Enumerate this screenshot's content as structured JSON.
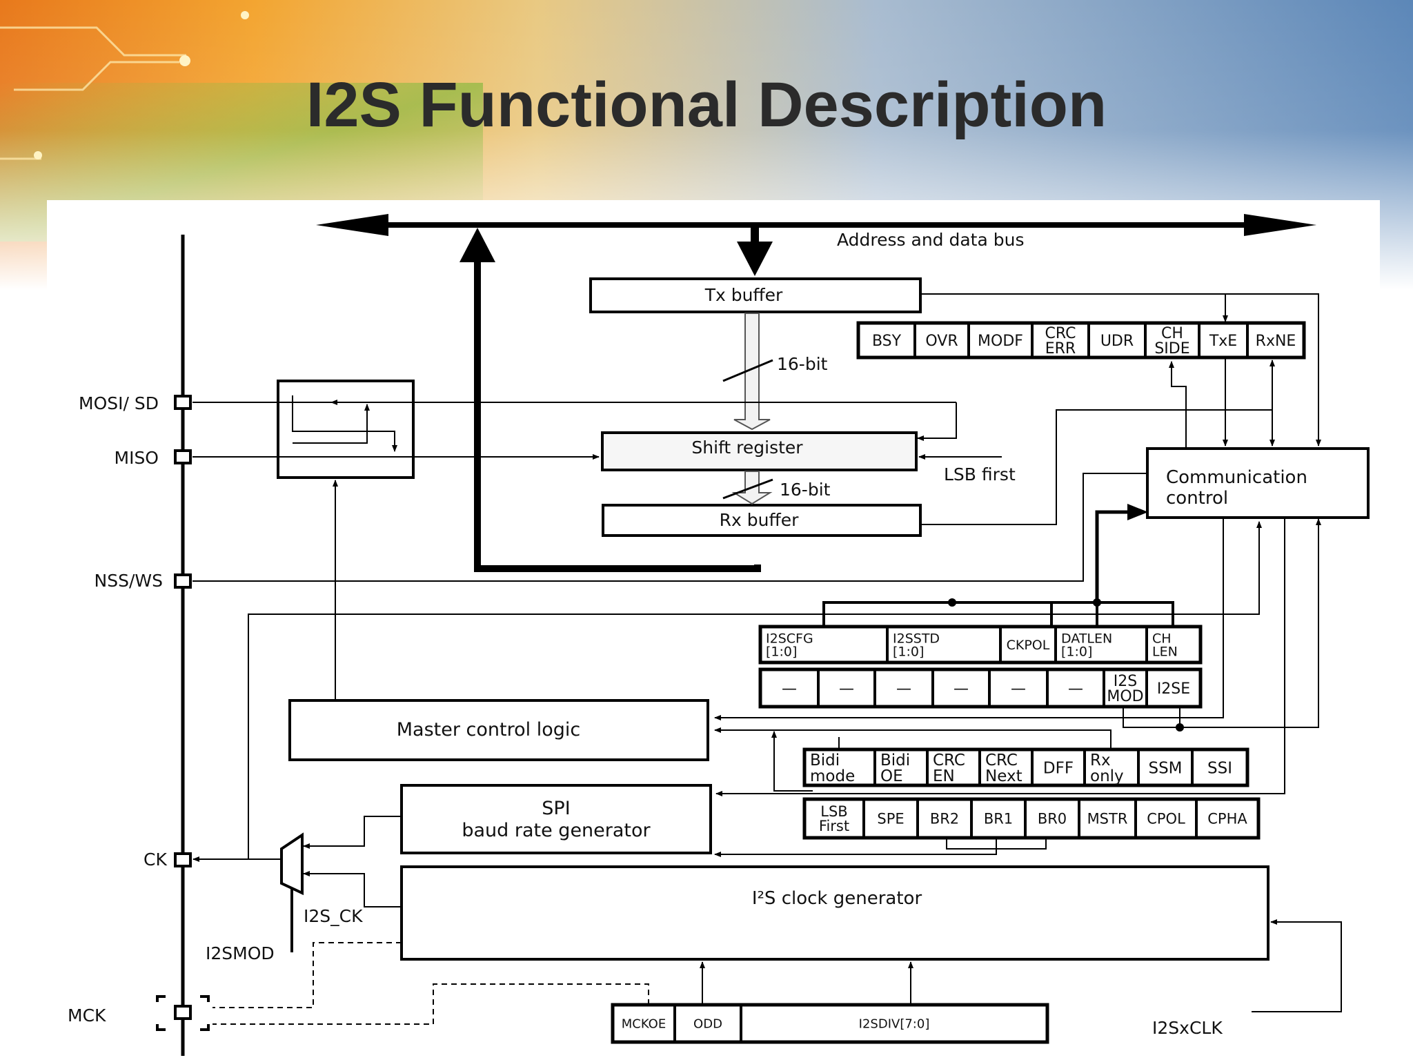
{
  "slide": {
    "title": "I2S Functional Description"
  },
  "diagram": {
    "bus_label": "Address and data bus",
    "tx_buffer": "Tx buffer",
    "shift_register": "Shift register",
    "rx_buffer": "Rx buffer",
    "bit16_top": "16-bit",
    "bit16_bottom": "16-bit",
    "lsb_first": "LSB first",
    "communication_control": [
      "Communication",
      "control"
    ],
    "master_control_logic": "Master control logic",
    "spi_baud": [
      "SPI",
      "baud rate generator"
    ],
    "i2s_clock_generator": "I²S clock generator",
    "i2s_ck": "I2S_CK",
    "i2smod": "I2SMOD",
    "i2sxclk": "I2SxCLK",
    "pins": {
      "mosi": "MOSI/ SD",
      "miso": "MISO",
      "nss": "NSS/WS",
      "ck": "CK",
      "mck": "MCK"
    },
    "status_reg": [
      [
        "BSY"
      ],
      [
        "OVR"
      ],
      [
        "MODF"
      ],
      [
        "CRC",
        "ERR"
      ],
      [
        "UDR"
      ],
      [
        "CH",
        "SIDE"
      ],
      [
        "TxE"
      ],
      [
        "RxNE"
      ]
    ],
    "i2scfg_reg": [
      [
        "I2SCFG",
        "[1:0]"
      ],
      [
        "I2SSTD",
        "[1:0]"
      ],
      [
        "CKPOL"
      ],
      [
        "DATLEN",
        "[1:0]"
      ],
      [
        "CH",
        "LEN"
      ]
    ],
    "i2scfg_reg2": [
      [
        "—"
      ],
      [
        "—"
      ],
      [
        "—"
      ],
      [
        "—"
      ],
      [
        "—"
      ],
      [
        "—"
      ],
      [
        "I2S",
        "MOD"
      ],
      [
        "I2SE"
      ]
    ],
    "cr1_reg_top": [
      [
        "Bidi",
        "mode"
      ],
      [
        "Bidi",
        "OE"
      ],
      [
        "CRC",
        "EN"
      ],
      [
        "CRC",
        "Next"
      ],
      [
        "DFF"
      ],
      [
        "Rx",
        "only"
      ],
      [
        "SSM"
      ],
      [
        "SSI"
      ]
    ],
    "cr1_reg_bottom": [
      [
        "LSB",
        "First"
      ],
      [
        "SPE"
      ],
      [
        "BR2"
      ],
      [
        "BR1"
      ],
      [
        "BR0"
      ],
      [
        "MSTR"
      ],
      [
        "CPOL"
      ],
      [
        "CPHA"
      ]
    ],
    "i2spr_reg": [
      [
        "MCKOE"
      ],
      [
        "ODD"
      ],
      [
        "I2SDIV[7:0]"
      ]
    ]
  }
}
